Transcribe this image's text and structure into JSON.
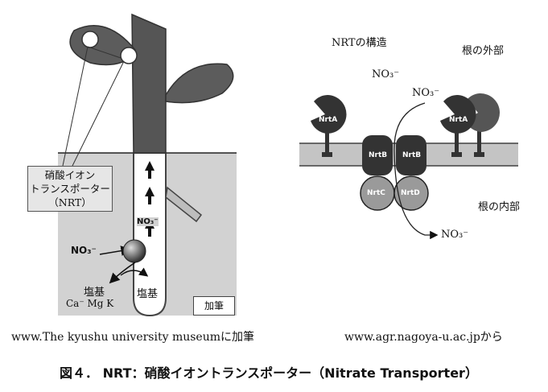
{
  "left_panel": {
    "transporter_box": {
      "line1": "硝酸イオン",
      "line2": "トランスポーター",
      "line3": "（NRT）"
    },
    "no3_uptake_label": "NO₃⁻",
    "no3_in_stem_label": "NO₃⁻",
    "base_in_root_label": "塩基",
    "base_label": "塩基",
    "cations_label": "Ca⁻ Mg K",
    "note_box": "加筆"
  },
  "right_panel": {
    "title": "NRTの構造",
    "outside_label": "根の外部",
    "inside_label": "根の内部",
    "no3_top": "NO₃⁻",
    "no3_mid": "NO₃⁻",
    "no3_bottom": "NO₃⁻",
    "proteins": {
      "nrta_left": "NrtA",
      "nrta_right": "NrtA",
      "nrtb_left": "NrtB",
      "nrtb_right": "NrtB",
      "nrtc": "NrtC",
      "nrtd": "NrtD"
    }
  },
  "sources": {
    "left": "www.The kyushu university museumに加筆",
    "right": "www.agr.nagoya-u.ac.jpから"
  },
  "caption": {
    "number": "図４．",
    "text": "NRT：硝酸イオントランスポーター（Nitrate Transporter）"
  },
  "colors": {
    "soil": "#d2d2d2",
    "plant": "#555555",
    "membrane": "#c4c4c4",
    "protein_dark": "#333333",
    "protein_light": "#9a9a9a"
  }
}
